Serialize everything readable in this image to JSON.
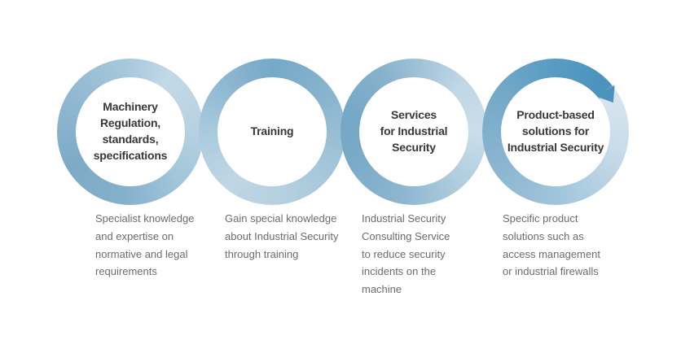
{
  "palette": {
    "background": "#ffffff",
    "title_text": "#383838",
    "description_text": "#6b6c6e",
    "ring_darkest": "#4a93bd",
    "ring_lightest": "#d9e5ef",
    "arrow": "#4a93bd"
  },
  "rings": [
    {
      "id": "machinery-regulation",
      "title": [
        "Machinery",
        "Regulation,",
        "standards,",
        "specifications"
      ],
      "description": [
        "Specialist knowledge",
        "and expertise on",
        "normative and legal",
        "requirements"
      ],
      "has_arrow": false,
      "gradient": [
        {
          "deg": 0,
          "color": "#a9c9dc"
        },
        {
          "deg": 35,
          "color": "#c3d9e7"
        },
        {
          "deg": 90,
          "color": "#b7d1e1"
        },
        {
          "deg": 140,
          "color": "#9fc4d9"
        },
        {
          "deg": 185,
          "color": "#85b0cc"
        },
        {
          "deg": 240,
          "color": "#7daac7"
        },
        {
          "deg": 300,
          "color": "#90b8d2"
        },
        {
          "deg": 360,
          "color": "#a9c9dc"
        }
      ]
    },
    {
      "id": "training",
      "title": [
        "Training"
      ],
      "description": [
        "Gain special knowledge",
        "about Industrial Security",
        "through training"
      ],
      "has_arrow": false,
      "gradient": [
        {
          "deg": 0,
          "color": "#75a9c8"
        },
        {
          "deg": 50,
          "color": "#86b2cd"
        },
        {
          "deg": 110,
          "color": "#9fc3d8"
        },
        {
          "deg": 170,
          "color": "#b5d0e0"
        },
        {
          "deg": 220,
          "color": "#c0d6e4"
        },
        {
          "deg": 270,
          "color": "#a9cadd"
        },
        {
          "deg": 320,
          "color": "#8cb6d0"
        },
        {
          "deg": 360,
          "color": "#75a9c8"
        }
      ]
    },
    {
      "id": "services-industrial-security",
      "title": [
        "Services",
        "for Industrial",
        "Security"
      ],
      "description": [
        "Industrial Security",
        "Consulting Service",
        "to reduce security",
        "incidents on the",
        "machine"
      ],
      "has_arrow": false,
      "gradient": [
        {
          "deg": 0,
          "color": "#9cc0d6"
        },
        {
          "deg": 45,
          "color": "#c0d7e5"
        },
        {
          "deg": 90,
          "color": "#cbdde9"
        },
        {
          "deg": 140,
          "color": "#aecdde"
        },
        {
          "deg": 190,
          "color": "#8db6d0"
        },
        {
          "deg": 245,
          "color": "#79aac8"
        },
        {
          "deg": 285,
          "color": "#75a8c6"
        },
        {
          "deg": 330,
          "color": "#86b1cc"
        },
        {
          "deg": 360,
          "color": "#9cc0d6"
        }
      ]
    },
    {
      "id": "product-based-solutions",
      "title": [
        "Product-based",
        "solutions for",
        "Industrial Security"
      ],
      "description": [
        "Specific product",
        "solutions such as",
        "access management",
        "or industrial firewalls"
      ],
      "has_arrow": true,
      "gradient": [
        {
          "deg": 0,
          "color": "#579bc2"
        },
        {
          "deg": 50,
          "color": "#4a93bd"
        },
        {
          "deg": 54,
          "color": "#d9e5ef"
        },
        {
          "deg": 110,
          "color": "#c6dbe9"
        },
        {
          "deg": 180,
          "color": "#a0c4da"
        },
        {
          "deg": 240,
          "color": "#8ab5d0"
        },
        {
          "deg": 300,
          "color": "#76aac9"
        },
        {
          "deg": 360,
          "color": "#579bc2"
        }
      ]
    }
  ]
}
